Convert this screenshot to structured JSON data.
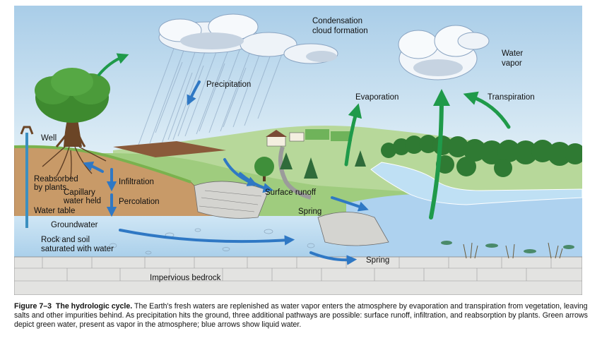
{
  "labels": {
    "condensation": [
      "Condensation",
      "cloud formation"
    ],
    "water_vapor": [
      "Water",
      "vapor"
    ],
    "precipitation": "Precipitation",
    "evaporation": "Evaporation",
    "transpiration": "Transpiration",
    "well": "Well",
    "reabsorbed": [
      "Reabsorbed",
      "by plants"
    ],
    "infiltration": "Infiltration",
    "capillary": [
      "Capillary",
      "water held"
    ],
    "percolation": "Percolation",
    "water_table": "Water table",
    "surface_runoff": "Surface runoff",
    "spring_upper": "Spring",
    "groundwater": "Groundwater",
    "rock_soil": [
      "Rock and soil",
      "saturated with water"
    ],
    "spring_lower": "Spring",
    "bedrock": "Impervious bedrock"
  },
  "caption": {
    "figure": "Figure 7–3",
    "title": "The hydrologic cycle.",
    "text": "The Earth's fresh waters are replenished as water vapor enters the atmosphere by evaporation and transpiration from vegetation, leaving salts and other impurities behind. As precipitation hits the ground, three additional pathways are possible: surface runoff, infiltration, and reabsorption by plants. Green arrows depict green water, present as vapor in the atmosphere; blue arrows show liquid water."
  },
  "colors": {
    "green_arrow": "#1f9a4a",
    "blue_arrow": "#2f78c4",
    "sky": "#c9e2f2",
    "soil": "#c79a66",
    "groundwater": "#b9d7ec",
    "bedrock": "#e4e4e2"
  }
}
